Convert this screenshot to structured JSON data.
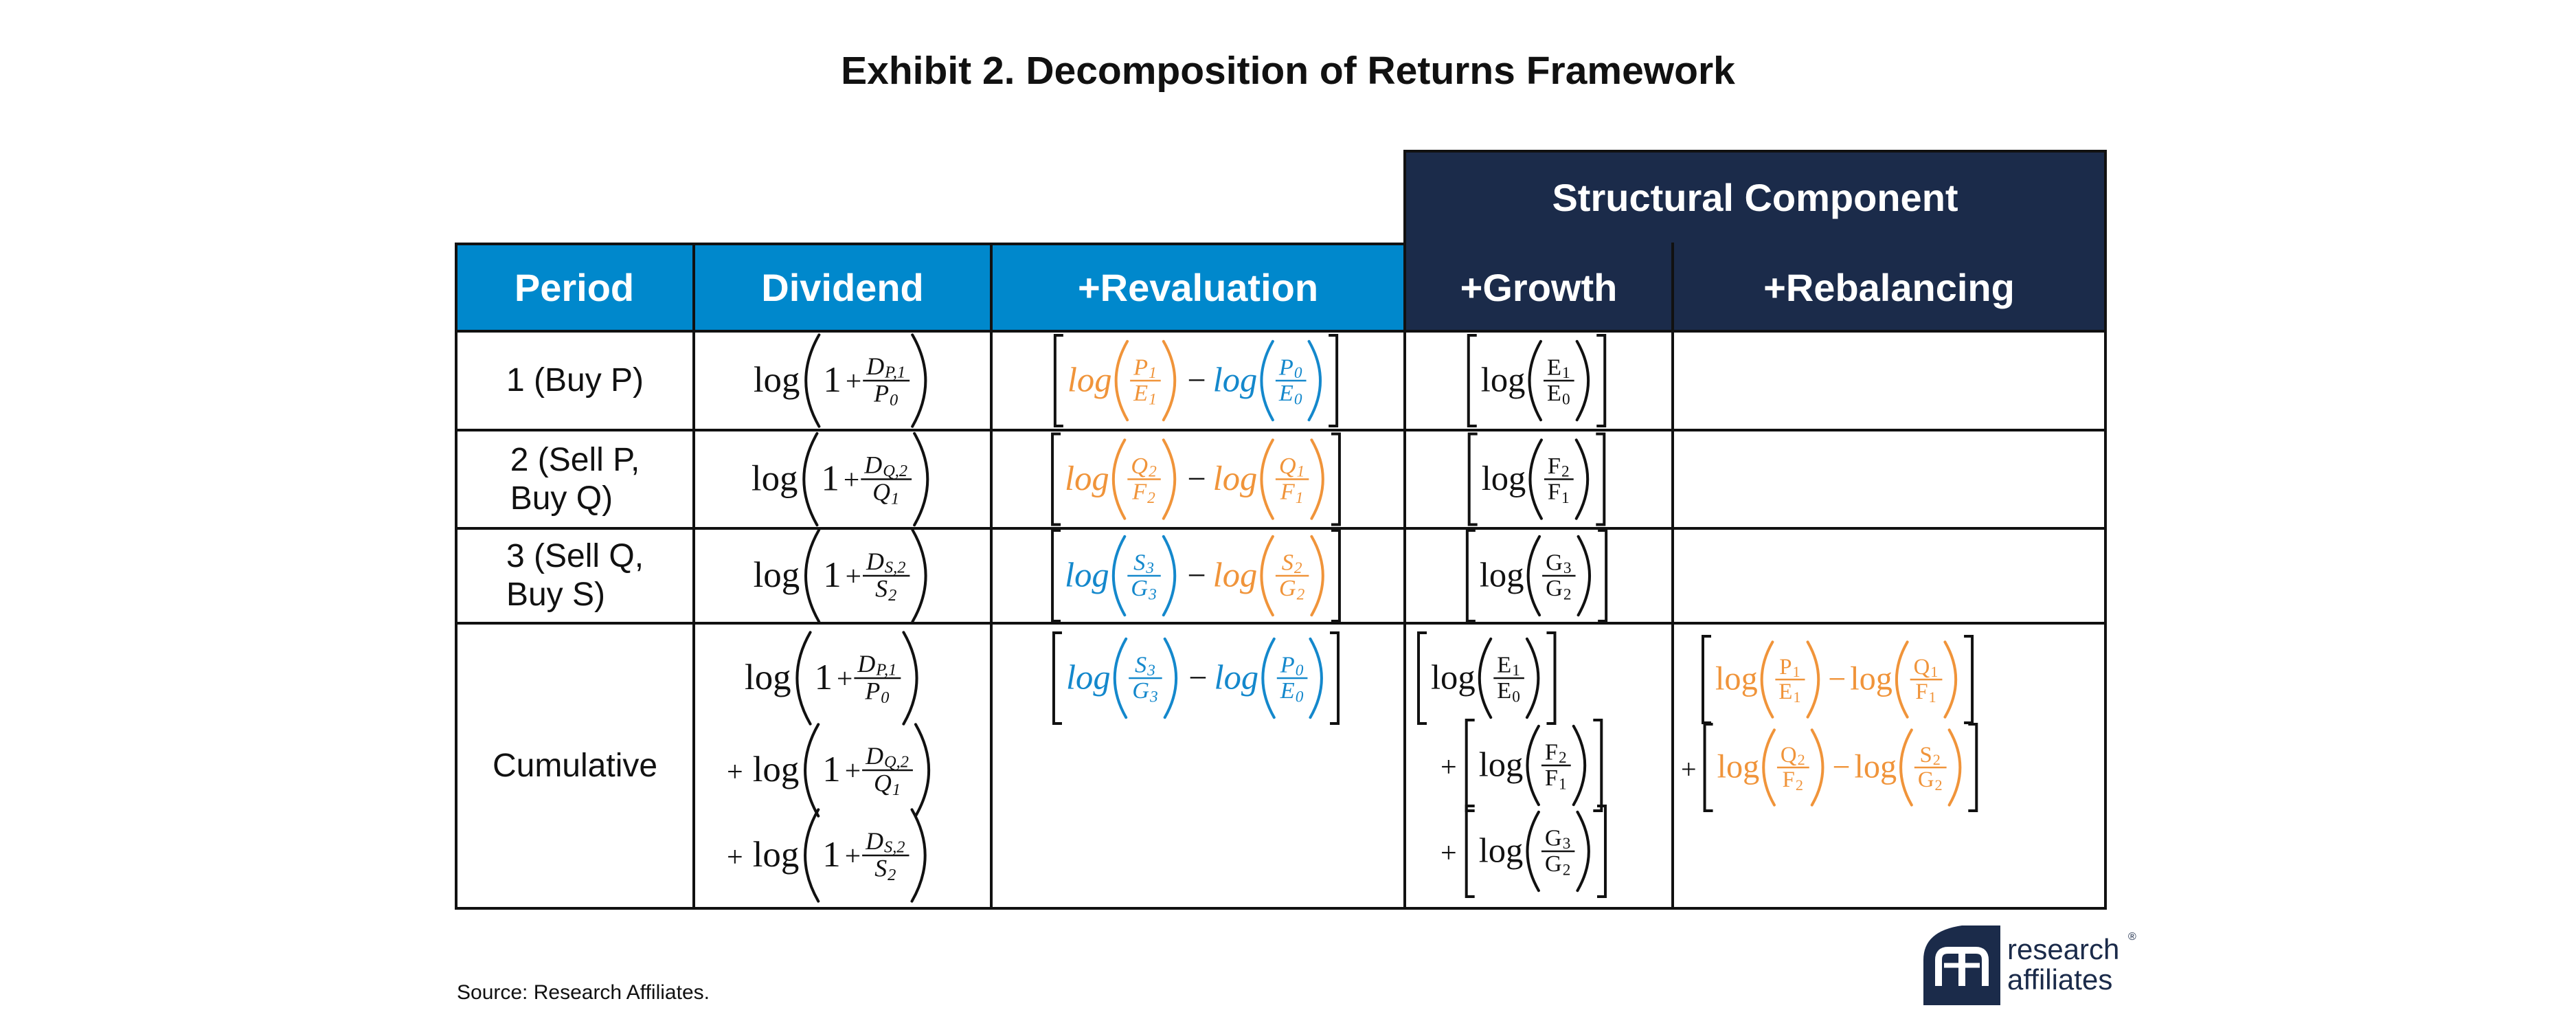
{
  "title": "Exhibit 2. Decomposition of Returns Framework",
  "header": {
    "group": "Structural Component",
    "columns": [
      "Period",
      "Dividend",
      "+Revaluation",
      "+Growth",
      "+Rebalancing"
    ]
  },
  "rows": [
    {
      "period_lines": [
        "1 (Buy P)"
      ]
    },
    {
      "period_lines": [
        "2 (Sell P,",
        "Buy Q)"
      ]
    },
    {
      "period_lines": [
        "3 (Sell Q,",
        "Buy S)"
      ]
    },
    {
      "period_lines": [
        "Cumulative"
      ]
    }
  ],
  "formulas": {
    "dividend": [
      {
        "num": "D",
        "num_sub": "P,1",
        "den": "P",
        "den_sub": "0"
      },
      {
        "num": "D",
        "num_sub": "Q,2",
        "den": "Q",
        "den_sub": "1"
      },
      {
        "num": "D",
        "num_sub": "S,2",
        "den": "S",
        "den_sub": "2"
      }
    ],
    "revaluation": [
      {
        "a": {
          "num": "P",
          "num_sub": "1",
          "den": "E",
          "den_sub": "1",
          "color": "orange"
        },
        "b": {
          "num": "P",
          "num_sub": "0",
          "den": "E",
          "den_sub": "0",
          "color": "blue"
        }
      },
      {
        "a": {
          "num": "Q",
          "num_sub": "2",
          "den": "F",
          "den_sub": "2",
          "color": "orange"
        },
        "b": {
          "num": "Q",
          "num_sub": "1",
          "den": "F",
          "den_sub": "1",
          "color": "orange"
        }
      },
      {
        "a": {
          "num": "S",
          "num_sub": "3",
          "den": "G",
          "den_sub": "3",
          "color": "blue"
        },
        "b": {
          "num": "S",
          "num_sub": "2",
          "den": "G",
          "den_sub": "2",
          "color": "orange"
        }
      },
      {
        "a": {
          "num": "S",
          "num_sub": "3",
          "den": "G",
          "den_sub": "3",
          "color": "blue"
        },
        "b": {
          "num": "P",
          "num_sub": "0",
          "den": "E",
          "den_sub": "0",
          "color": "blue"
        }
      }
    ],
    "growth": [
      {
        "num": "E",
        "num_sub": "1",
        "den": "E",
        "den_sub": "0"
      },
      {
        "num": "F",
        "num_sub": "2",
        "den": "F",
        "den_sub": "1"
      },
      {
        "num": "G",
        "num_sub": "3",
        "den": "G",
        "den_sub": "2"
      }
    ],
    "rebalancing": [
      {
        "a": {
          "num": "P",
          "num_sub": "1",
          "den": "E",
          "den_sub": "1"
        },
        "b": {
          "num": "Q",
          "num_sub": "1",
          "den": "F",
          "den_sub": "1"
        }
      },
      {
        "a": {
          "num": "Q",
          "num_sub": "2",
          "den": "F",
          "den_sub": "2"
        },
        "b": {
          "num": "S",
          "num_sub": "2",
          "den": "G",
          "den_sub": "2"
        }
      }
    ],
    "log_word": "log",
    "one": "1",
    "plus": "+",
    "minus": "−"
  },
  "colors": {
    "orange": "#f0943a",
    "blue": "#1488cc",
    "black": "#111111",
    "header_blue": "#0088cc",
    "header_navy": "#1b2b4a"
  },
  "source": "Source: Research Affiliates.",
  "logo": {
    "line1": "research",
    "line2": "affiliates",
    "mark": "registered-mark",
    "icon": "ra-logo-icon"
  }
}
